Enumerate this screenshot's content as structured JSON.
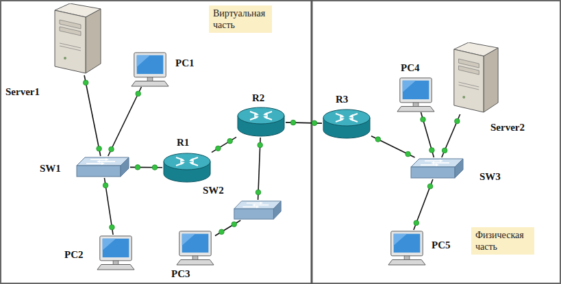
{
  "diagram": {
    "nodes": [
      {
        "text": [
          "Виртуальная часть"
        ]
      },
      {
        "text": [
          "Server1"
        ]
      },
      {
        "text": [
          "PC1"
        ]
      },
      {
        "text": [
          "R2"
        ]
      },
      {
        "text": [
          "R3"
        ]
      },
      {
        "text": [
          "PC4"
        ]
      },
      {
        "text": [
          "Server2"
        ]
      },
      {
        "text": [
          "R1"
        ]
      },
      {
        "text": [
          "SW1"
        ]
      },
      {
        "text": [
          "SW3"
        ]
      },
      {
        "text": [
          "SW2"
        ]
      },
      {
        "text": [
          "PC2"
        ]
      },
      {
        "text": [
          "PC3"
        ]
      },
      {
        "text": [
          "PC5"
        ]
      },
      {
        "text": [
          "Физическая часть"
        ]
      }
    ],
    "edges": [
      {
        "from": 1,
        "to": 8,
        "arrow": "none"
      },
      {
        "from": 2,
        "to": 8,
        "arrow": "none"
      },
      {
        "from": 11,
        "to": 8,
        "arrow": "none"
      },
      {
        "from": 8,
        "to": 7,
        "arrow": "none"
      },
      {
        "from": 7,
        "to": 3,
        "arrow": "none"
      },
      {
        "from": 3,
        "to": 10,
        "arrow": "none"
      },
      {
        "from": 10,
        "to": 12,
        "arrow": "none"
      },
      {
        "from": 3,
        "to": 4,
        "arrow": "none"
      },
      {
        "from": 4,
        "to": 9,
        "arrow": "none"
      },
      {
        "from": 5,
        "to": 9,
        "arrow": "none"
      },
      {
        "from": 6,
        "to": 9,
        "arrow": "none"
      },
      {
        "from": 13,
        "to": 9,
        "arrow": "none"
      }
    ]
  }
}
